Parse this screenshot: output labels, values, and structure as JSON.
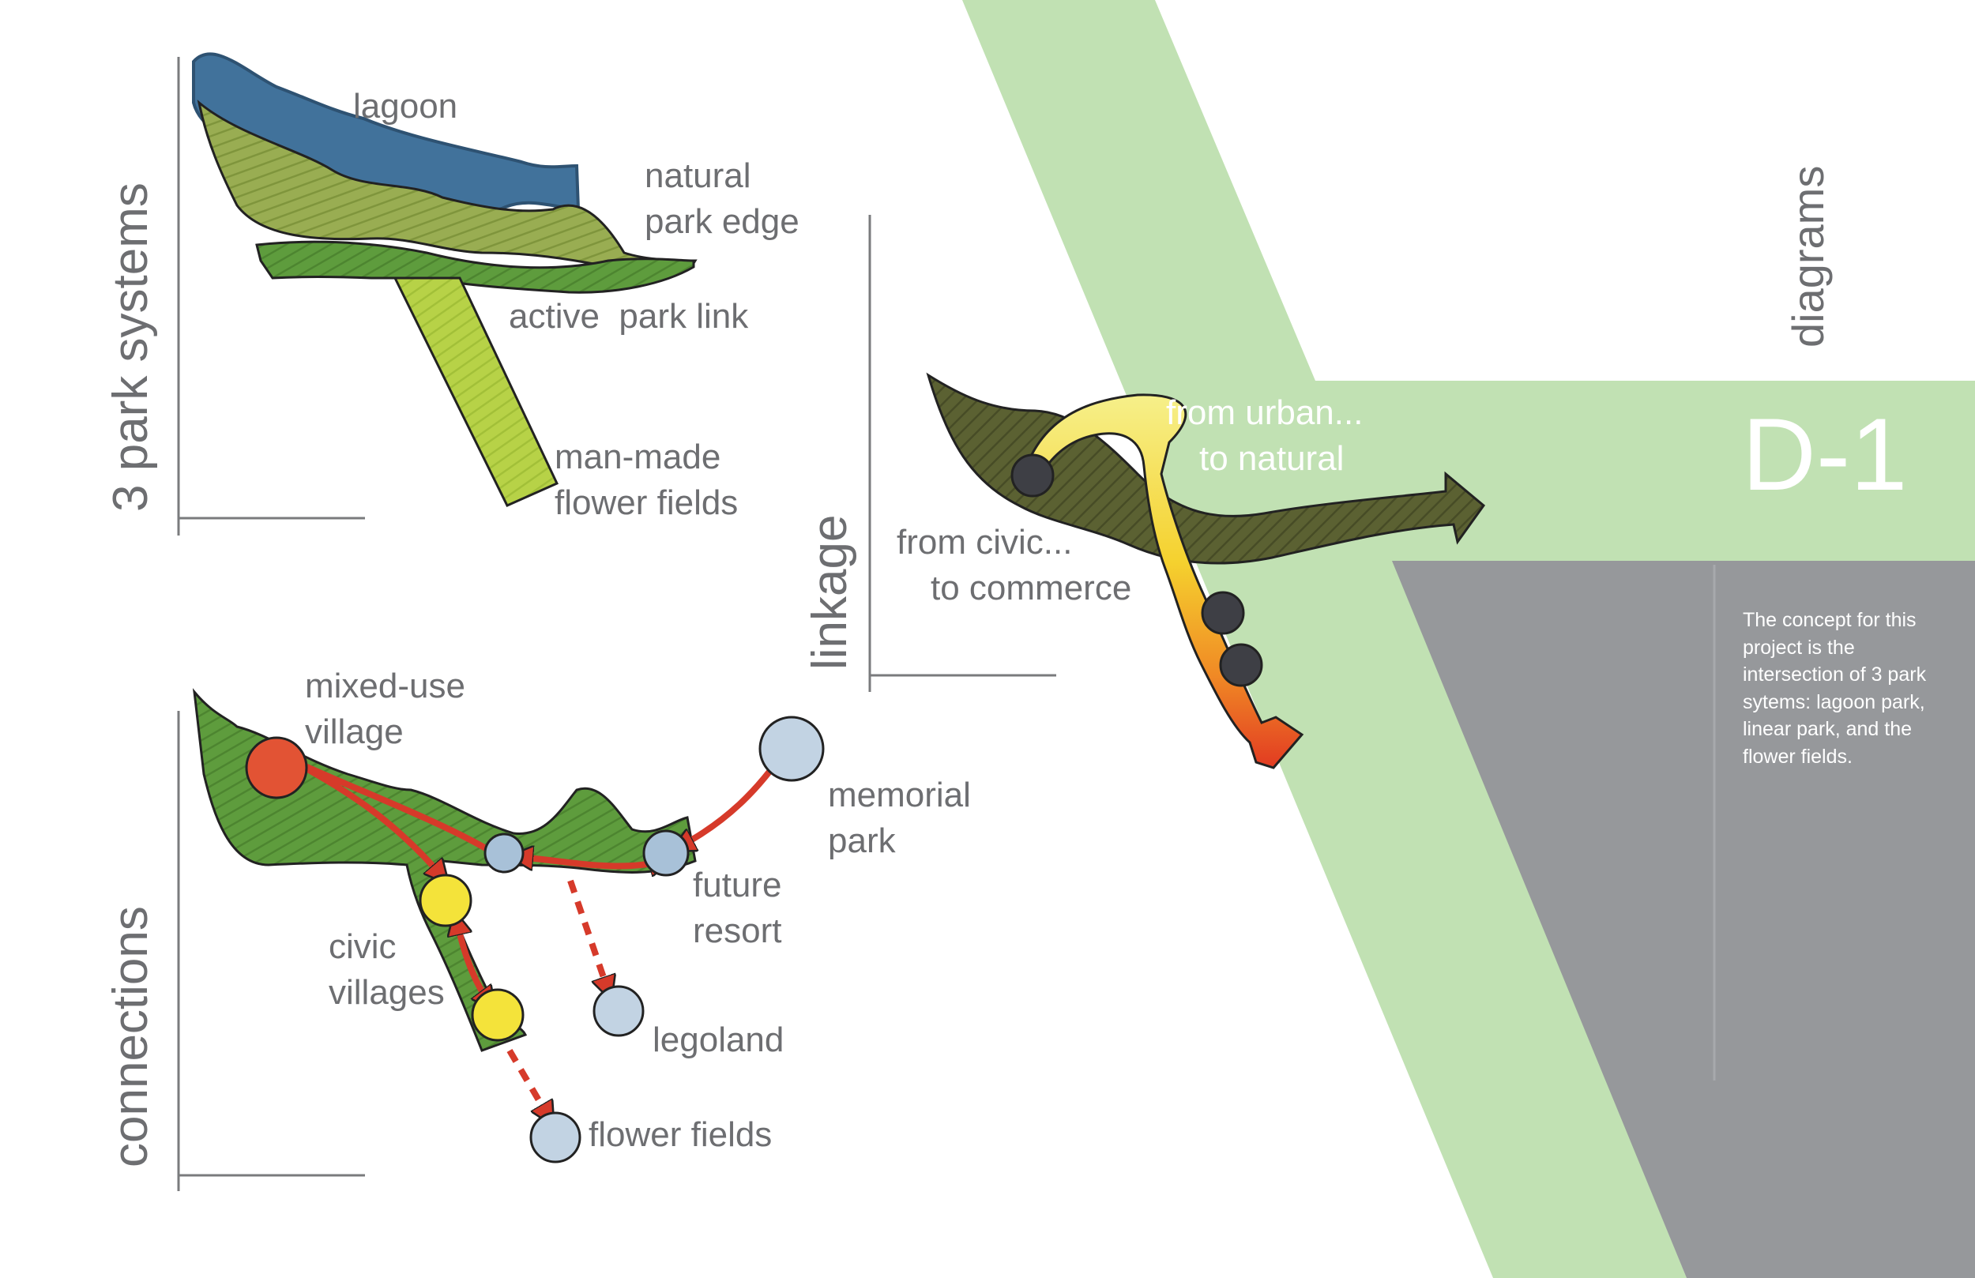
{
  "colors": {
    "green_band": "#c1e1b3",
    "gray_panel": "#96989b",
    "text_gray": "#6d6e71",
    "park_green": "#5e9c3d",
    "lagoon_blue": "#41729b",
    "olive": "#8aa04a",
    "lime": "#b7d247",
    "arrow_red": "#d63a2a",
    "node_yellow": "#f4e33a",
    "node_blue": "#a8c1d8"
  },
  "side": {
    "title": "diagrams",
    "code": "D-1",
    "description": "The concept for this project is the intersection of 3 park sytems: lagoon park, linear park, and the flower fields."
  },
  "panels": {
    "systems": {
      "title": "3 park systems",
      "labels": {
        "lagoon": "lagoon",
        "natural_edge_1": "natural",
        "natural_edge_2": "park edge",
        "active_link": "active  park link",
        "manmade_1": "man-made",
        "manmade_2": "flower fields"
      }
    },
    "linkage": {
      "title": "linkage",
      "labels": {
        "urban_1": "from urban...",
        "urban_2": "to natural",
        "civic_1": "from civic...",
        "civic_2": "to commerce"
      }
    },
    "connections": {
      "title": "connections",
      "labels": {
        "mixed_1": "mixed-use",
        "mixed_2": "village",
        "memorial_1": "memorial",
        "memorial_2": "park",
        "resort_1": "future",
        "resort_2": "resort",
        "civic_1": "civic",
        "civic_2": "villages",
        "legoland": "legoland",
        "flower_fields": "flower fields"
      }
    }
  }
}
